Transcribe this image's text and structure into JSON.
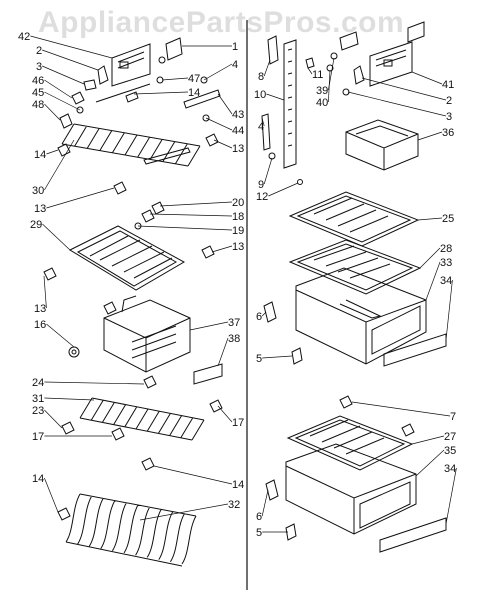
{
  "watermark": "AppliancePartsPros.com",
  "callouts": [
    {
      "id": "c42a",
      "text": "42"
    },
    {
      "id": "c2a",
      "text": "2"
    },
    {
      "id": "c3a",
      "text": "3"
    },
    {
      "id": "c46",
      "text": "46"
    },
    {
      "id": "c45",
      "text": "45"
    },
    {
      "id": "c48",
      "text": "48"
    },
    {
      "id": "c14a",
      "text": "14"
    },
    {
      "id": "c30",
      "text": "30"
    },
    {
      "id": "c13a",
      "text": "13"
    },
    {
      "id": "c29",
      "text": "29"
    },
    {
      "id": "c13b",
      "text": "13"
    },
    {
      "id": "c16",
      "text": "16"
    },
    {
      "id": "c24",
      "text": "24"
    },
    {
      "id": "c31",
      "text": "31"
    },
    {
      "id": "c23",
      "text": "23"
    },
    {
      "id": "c17a",
      "text": "17"
    },
    {
      "id": "c14b",
      "text": "14"
    },
    {
      "id": "c47",
      "text": "47"
    },
    {
      "id": "c14c",
      "text": "14"
    },
    {
      "id": "c43",
      "text": "43"
    },
    {
      "id": "c44",
      "text": "44"
    },
    {
      "id": "c1",
      "text": "1"
    },
    {
      "id": "c4a",
      "text": "4"
    },
    {
      "id": "c13c",
      "text": "13"
    },
    {
      "id": "c20",
      "text": "20"
    },
    {
      "id": "c18",
      "text": "18"
    },
    {
      "id": "c19",
      "text": "19"
    },
    {
      "id": "c13d",
      "text": "13"
    },
    {
      "id": "c37",
      "text": "37"
    },
    {
      "id": "c38",
      "text": "38"
    },
    {
      "id": "c17b",
      "text": "17"
    },
    {
      "id": "c14d",
      "text": "14"
    },
    {
      "id": "c32",
      "text": "32"
    },
    {
      "id": "c8",
      "text": "8"
    },
    {
      "id": "c10",
      "text": "10"
    },
    {
      "id": "c4b",
      "text": "4"
    },
    {
      "id": "c9",
      "text": "9"
    },
    {
      "id": "c12",
      "text": "12"
    },
    {
      "id": "c11",
      "text": "11"
    },
    {
      "id": "c39",
      "text": "39"
    },
    {
      "id": "c40",
      "text": "40"
    },
    {
      "id": "c41",
      "text": "41"
    },
    {
      "id": "c2b",
      "text": "2"
    },
    {
      "id": "c3b",
      "text": "3"
    },
    {
      "id": "c36",
      "text": "36"
    },
    {
      "id": "c25",
      "text": "25"
    },
    {
      "id": "c28",
      "text": "28"
    },
    {
      "id": "c33",
      "text": "33"
    },
    {
      "id": "c34a",
      "text": "34"
    },
    {
      "id": "c6a",
      "text": "6"
    },
    {
      "id": "c5a",
      "text": "5"
    },
    {
      "id": "c7",
      "text": "7"
    },
    {
      "id": "c27",
      "text": "27"
    },
    {
      "id": "c35",
      "text": "35"
    },
    {
      "id": "c34b",
      "text": "34"
    },
    {
      "id": "c6b",
      "text": "6"
    },
    {
      "id": "c5b",
      "text": "5"
    }
  ]
}
